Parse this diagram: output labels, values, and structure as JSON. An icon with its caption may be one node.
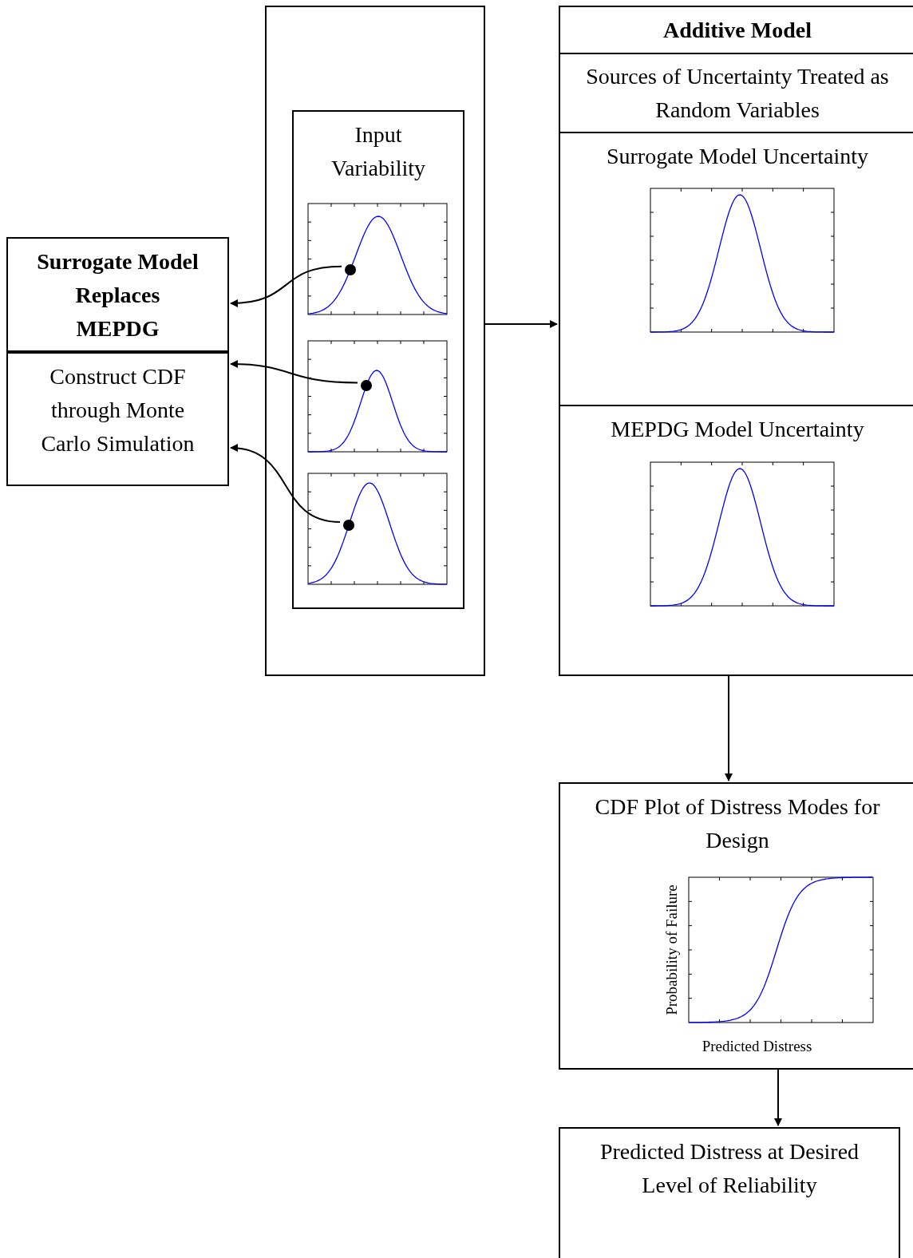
{
  "diagram": {
    "nodes": [
      {
        "text": [
          "Surrogate Model Replaces MEPDG"
        ]
      },
      {
        "text": [
          "Construct CDF through Monte Carlo Simulation"
        ]
      },
      {
        "text": [],
        "shape": "box"
      },
      {
        "text": [
          "Input Variability"
        ],
        "in": 2
      },
      {
        "text": [],
        "shape": "picture",
        "in": 3
      },
      {
        "text": [],
        "shape": "circle",
        "in": 4
      },
      {
        "text": [],
        "shape": "picture",
        "in": 3
      },
      {
        "text": [],
        "shape": "circle",
        "in": 6
      },
      {
        "text": [],
        "shape": "picture",
        "in": 3
      },
      {
        "text": [],
        "shape": "circle",
        "in": 8
      },
      {
        "text": [
          "Additive Model",
          "Sources of Uncertainty Treated as Random Variables"
        ]
      },
      {
        "text": [
          "Surrogate Model Uncertainty"
        ],
        "in": 10
      },
      {
        "text": [
          "MEPDG Model Uncertainty"
        ],
        "in": 10
      },
      {
        "text": [
          "CDF Plot of Distress Modes for Design"
        ]
      },
      {
        "text": [
          "Predicted Distress at Desired Level of Reliability"
        ]
      }
    ],
    "edges": [
      {
        "from": 5,
        "to": 0,
        "arrow": "to"
      },
      {
        "from": 7,
        "to": 1,
        "arrow": "to"
      },
      {
        "from": 9,
        "to": 1,
        "arrow": "to"
      },
      {
        "from": 2,
        "to": 10,
        "arrow": "to"
      },
      {
        "from": 10,
        "to": 13,
        "arrow": "to"
      },
      {
        "from": 13,
        "to": 14,
        "arrow": "to"
      }
    ],
    "labels": [
      "Probability of Failure",
      "Predicted Distress"
    ]
  }
}
